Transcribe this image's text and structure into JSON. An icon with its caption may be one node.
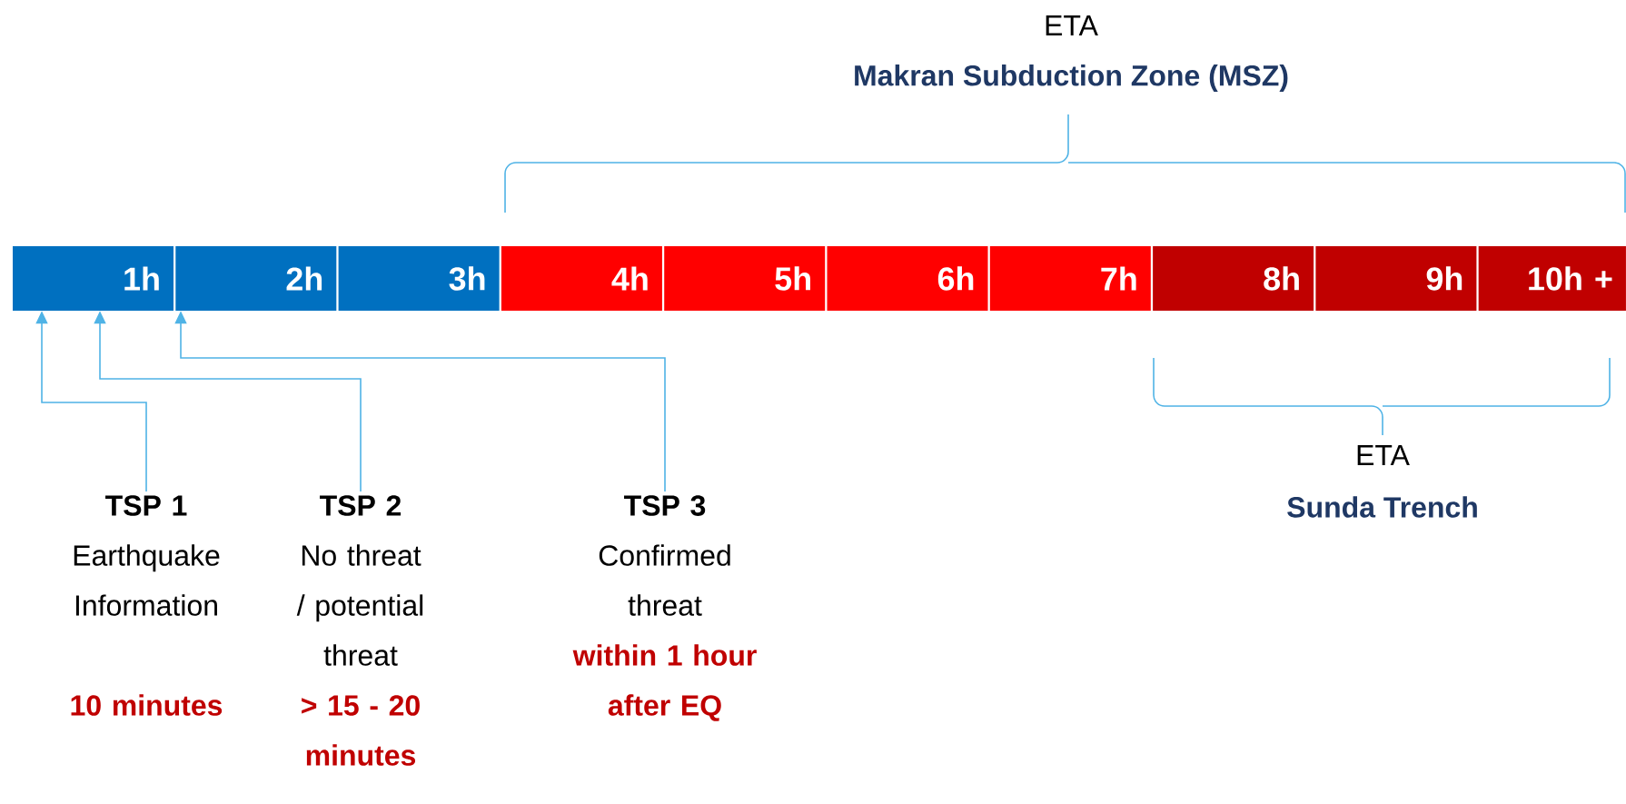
{
  "diagram": {
    "nodes": [
      {
        "text": [
          "1h"
        ]
      },
      {
        "text": [
          "2h"
        ]
      },
      {
        "text": [
          "3h"
        ]
      },
      {
        "text": [
          "4h"
        ]
      },
      {
        "text": [
          "5h"
        ]
      },
      {
        "text": [
          "6h"
        ]
      },
      {
        "text": [
          "7h"
        ]
      },
      {
        "text": [
          "8h"
        ]
      },
      {
        "text": [
          "9h"
        ]
      },
      {
        "text": [
          "10h +"
        ]
      },
      {
        "text": [
          "TSP 1",
          "Earthquake Information",
          "10 minutes"
        ]
      },
      {
        "text": [
          "TSP 2",
          "No threat / potential threat",
          "> 15 - 20 minutes"
        ]
      },
      {
        "text": [
          "TSP 3",
          "Confirmed threat",
          "within 1 hour after EQ"
        ]
      }
    ],
    "edges": [
      {
        "from": 10,
        "to": 0,
        "arrow": "to"
      },
      {
        "from": 11,
        "to": 0,
        "arrow": "to"
      },
      {
        "from": 12,
        "to": 1,
        "arrow": "to"
      }
    ],
    "labels": [
      "ETA",
      "Makran Subduction Zone (MSZ)",
      "ETA",
      "Sunda Trench"
    ]
  }
}
